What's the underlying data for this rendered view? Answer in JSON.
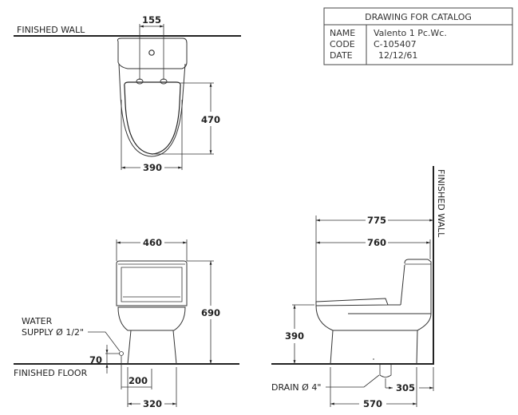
{
  "title_block": {
    "heading": "DRAWING FOR CATALOG",
    "rows": [
      {
        "key": "NAME",
        "value": "Valento 1 Pc.Wc."
      },
      {
        "key": "CODE",
        "value": "C-105407"
      },
      {
        "key": "DATE",
        "value": "12/12/61"
      }
    ]
  },
  "top_view": {
    "wall_label": "FINISHED WALL",
    "dims": {
      "hinge_spacing": "155",
      "seat_depth": "470",
      "width": "390"
    }
  },
  "front_view": {
    "floor_label": "FINISHED FLOOR",
    "water_supply_label_1": "WATER",
    "water_supply_label_2": "SUPPLY Ø 1/2\"",
    "dims": {
      "tank_width": "460",
      "height": "690",
      "supply_height": "70",
      "supply_offset": "200",
      "base_width": "320"
    }
  },
  "side_view": {
    "wall_label": "FINISHED WALL",
    "drain_label": "DRAIN Ø 4\"",
    "dims": {
      "overall_depth": "775",
      "depth": "760",
      "seat_height": "390",
      "rough_in": "305",
      "base_depth": "570"
    }
  }
}
